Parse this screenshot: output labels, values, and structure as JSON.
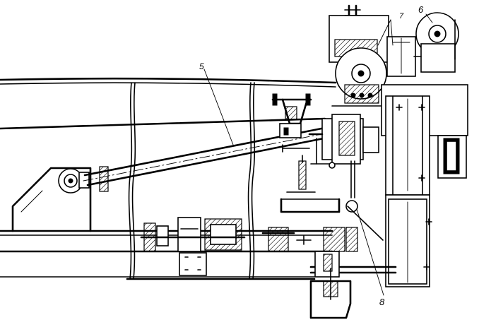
{
  "callouts": {
    "label_5": "5",
    "label_6": "6",
    "label_7": "7",
    "label_8": "8"
  }
}
